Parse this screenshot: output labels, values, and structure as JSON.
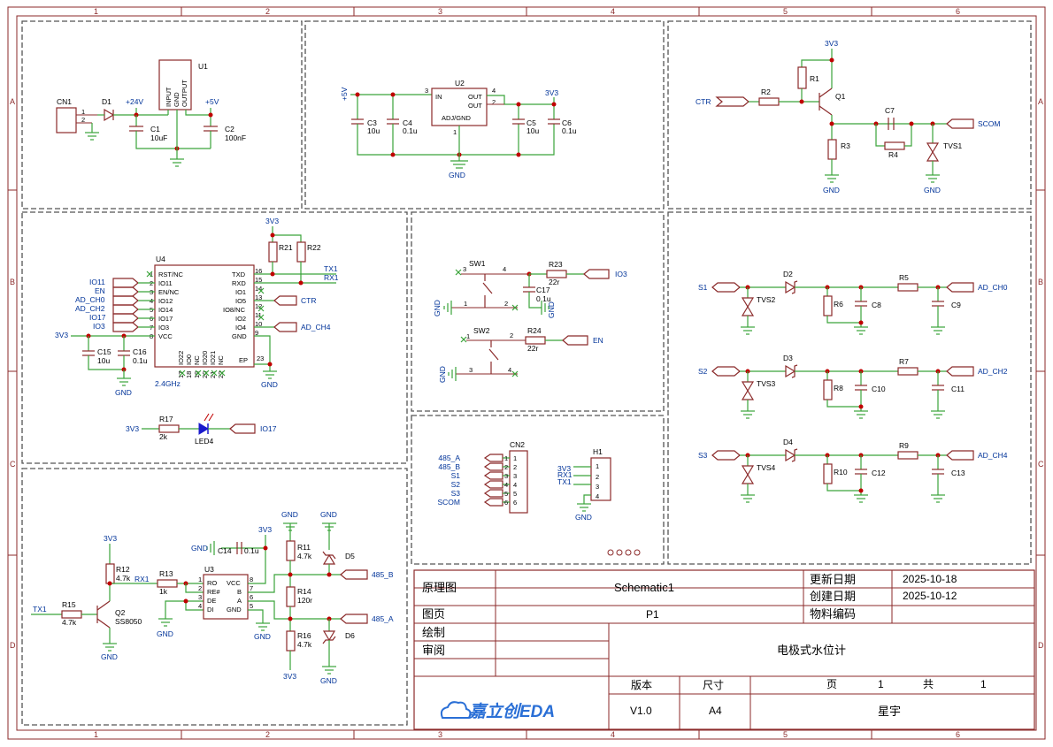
{
  "zones": {
    "columns": [
      "1",
      "2",
      "3",
      "4",
      "5",
      "6"
    ],
    "rows": [
      "A",
      "B",
      "C",
      "D"
    ]
  },
  "power": {
    "cn1": "CN1",
    "d1": "D1",
    "u1": "U1",
    "v24": "+24V",
    "v5": "+5V",
    "c1": "C1",
    "c1v": "10uF",
    "c2": "C2",
    "c2v": "100nF",
    "u1_pins": [
      "INPUT",
      "GND",
      "OUTPUT"
    ],
    "cn1_pins": [
      "1",
      "2"
    ]
  },
  "ldo": {
    "u2": "U2",
    "in": "IN",
    "out": "OUT",
    "adj": "ADJ/GND",
    "p5v": "+5V",
    "v33": "3V3",
    "gnd": "GND",
    "caps": [
      {
        "ref": "C3",
        "val": "10u"
      },
      {
        "ref": "C4",
        "val": "0.1u"
      },
      {
        "ref": "C5",
        "val": "10u"
      },
      {
        "ref": "C6",
        "val": "0.1u"
      }
    ],
    "pins": [
      "3",
      "4",
      "2",
      "1"
    ]
  },
  "driver": {
    "v33": "3V3",
    "r1": "R1",
    "r2": "R2",
    "r3": "R3",
    "r4": "R4",
    "q1": "Q1",
    "c7": "C7",
    "tvs1": "TVS1",
    "ctr": "CTR",
    "scom": "SCOM",
    "gnd": "GND"
  },
  "mcu": {
    "u4": "U4",
    "v33": "3V3",
    "r21": "R21",
    "r22": "R22",
    "tx1": "TX1",
    "rx1": "RX1",
    "ctr": "CTR",
    "adch4": "AD_CH4",
    "gnd": "GND",
    "ant": "2.4GHz",
    "left_nets": [
      "IO11",
      "EN",
      "AD_CH0",
      "AD_CH2",
      "IO17",
      "IO3",
      "3V3"
    ],
    "left_pins": [
      {
        "no": "1",
        "name": "RST/NC"
      },
      {
        "no": "2",
        "name": "IO11"
      },
      {
        "no": "3",
        "name": "EN/NC"
      },
      {
        "no": "4",
        "name": "IO12"
      },
      {
        "no": "5",
        "name": "IO14"
      },
      {
        "no": "6",
        "name": "IO17"
      },
      {
        "no": "7",
        "name": "IO3"
      },
      {
        "no": "8",
        "name": "VCC"
      }
    ],
    "right_pins": [
      {
        "no": "16",
        "name": "TXD"
      },
      {
        "no": "15",
        "name": "RXD"
      },
      {
        "no": "14",
        "name": "IO1"
      },
      {
        "no": "13",
        "name": "IO5"
      },
      {
        "no": "12",
        "name": "IO8/NC"
      },
      {
        "no": "11",
        "name": "IO2"
      },
      {
        "no": "10",
        "name": "IO4"
      },
      {
        "no": "9",
        "name": "GND"
      }
    ],
    "ep": "EP",
    "ep_no": "23",
    "bottom_pins": [
      "IO22",
      "IO0",
      "NC",
      "IO20",
      "IO21",
      "NC"
    ],
    "bottom_nos": [
      "17",
      "18",
      "19",
      "20",
      "21",
      "22"
    ],
    "c15": "C15",
    "c15v": "10u",
    "c16": "C16",
    "c16v": "0.1u",
    "r17": "R17",
    "r17v": "2k",
    "led4": "LED4",
    "io17": "IO17"
  },
  "switches": {
    "sw1": "SW1",
    "sw2": "SW2",
    "r23": "R23",
    "r23v": "22r",
    "r24": "R24",
    "r24v": "22r",
    "c17": "C17",
    "c17v": "0.1u",
    "io3": "IO3",
    "en": "EN",
    "gnd": "GND",
    "pins": [
      "3",
      "4",
      "1",
      "2"
    ]
  },
  "analog": [
    {
      "s": "S1",
      "d": "D2",
      "r": "R5",
      "rd": "R6",
      "c": "C8",
      "c2": "C9",
      "tvs": "TVS2",
      "ad": "AD_CH0"
    },
    {
      "s": "S2",
      "d": "D3",
      "r": "R7",
      "rd": "R8",
      "c": "C10",
      "c2": "C11",
      "tvs": "TVS3",
      "ad": "AD_CH2"
    },
    {
      "s": "S3",
      "d": "D4",
      "r": "R9",
      "rd": "R10",
      "c": "C12",
      "c2": "C13",
      "tvs": "TVS4",
      "ad": "AD_CH4"
    }
  ],
  "connectors": {
    "cn2": "CN2",
    "cn2_nets": [
      "485_A",
      "485_B",
      "S1",
      "S2",
      "S3",
      "SCOM"
    ],
    "cn2_pins": [
      "1",
      "2",
      "3",
      "4",
      "5",
      "6"
    ],
    "h1": "H1",
    "h1_nets": [
      "3V3",
      "RX1",
      "TX1"
    ],
    "h1_pins": [
      "1",
      "2",
      "3",
      "4"
    ],
    "gnd": "GND"
  },
  "rs485": {
    "v33": "3V3",
    "r12": "R12",
    "r12v": "4.7k",
    "rx1": "RX1",
    "r13": "R13",
    "r13v": "1k",
    "tx1": "TX1",
    "r15": "R15",
    "r15v": "4.7k",
    "q2": "Q2",
    "q2v": "SS8050",
    "gnd": "GND",
    "u3": "U3",
    "c14": "C14",
    "c14v": "0.1u",
    "u3_left": [
      {
        "no": "1",
        "name": "RO"
      },
      {
        "no": "2",
        "name": "RE#"
      },
      {
        "no": "3",
        "name": "DE"
      },
      {
        "no": "4",
        "name": "DI"
      }
    ],
    "u3_right": [
      {
        "no": "8",
        "name": "VCC"
      },
      {
        "no": "7",
        "name": "B"
      },
      {
        "no": "6",
        "name": "A"
      },
      {
        "no": "5",
        "name": "GND"
      }
    ],
    "r11": "R11",
    "r11v": "4.7k",
    "r14": "R14",
    "r14v": "120r",
    "r16": "R16",
    "r16v": "4.7k",
    "d5": "D5",
    "d6": "D6",
    "b485": "485_B",
    "a485": "485_A"
  },
  "title_block": {
    "label_schematic": "原理图",
    "schematic_name": "Schematic1",
    "label_updated": "更新日期",
    "updated": "2025-10-18",
    "label_created": "创建日期",
    "created": "2025-10-12",
    "label_page": "图页",
    "page": "P1",
    "label_material": "物料编码",
    "label_draw": "绘制",
    "label_review": "审阅",
    "project": "电极式水位计",
    "label_version": "版本",
    "label_size": "尺寸",
    "label_pg": "页",
    "pg": "1",
    "label_total": "共",
    "total": "1",
    "logo": "嘉立创EDA",
    "version": "V1.0",
    "size": "A4",
    "author": "星宇"
  },
  "colors": {
    "frame": "#8b2a2a",
    "wire": "#3aa33a",
    "junction": "#c00000",
    "net": "#003399",
    "logo": "#2a6fd6"
  }
}
